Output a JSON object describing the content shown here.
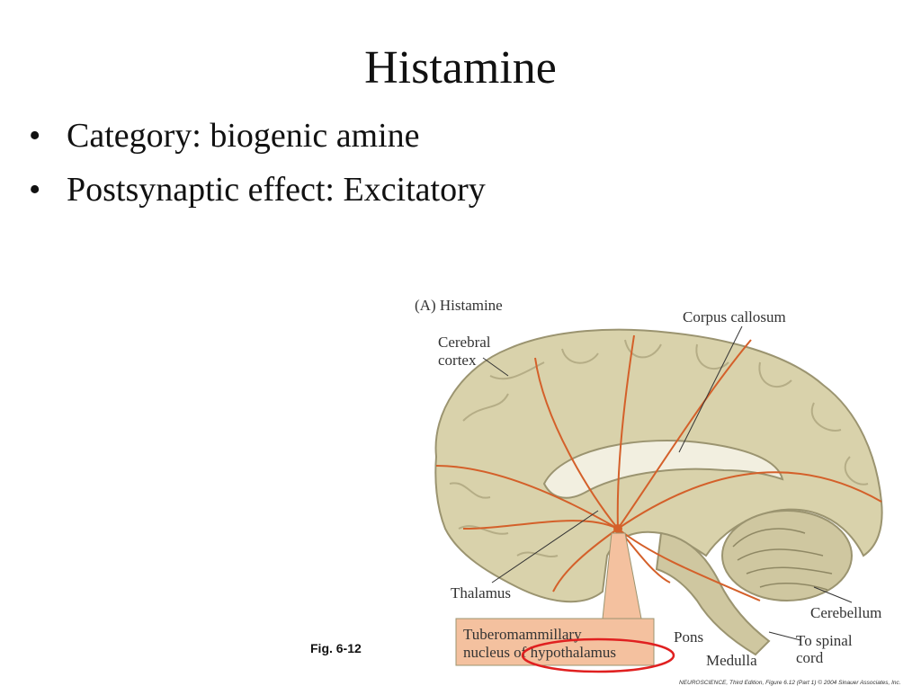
{
  "slide": {
    "title": "Histamine",
    "bullets": [
      {
        "text": "Category: biogenic amine"
      },
      {
        "text": "Postsynaptic effect: Excitatory"
      }
    ],
    "caption": "Fig. 6-12"
  },
  "figure": {
    "panel_label": "(A)  Histamine",
    "labels": {
      "corpus_callosum": "Corpus callosum",
      "cerebral_line1": "Cerebral",
      "cerebral_line2": "cortex",
      "thalamus": "Thalamus",
      "nucleus_line1": "Tuberomammillary",
      "nucleus_line2": "nucleus of hypothalamus",
      "pons": "Pons",
      "medulla": "Medulla",
      "cerebellum": "Cerebellum",
      "spinal_line1": "To spinal",
      "spinal_line2": "cord"
    },
    "credit": "NEUROSCIENCE, Third Edition, Figure 6.12 (Part 1)  © 2004 Sinauer Associates, Inc.",
    "colors": {
      "brain_fill": "#d9d2ab",
      "brain_stroke": "#9b9470",
      "pathway": "#d4602a",
      "label_box": "#f4c19f",
      "highlight_circle": "#e02020"
    }
  }
}
